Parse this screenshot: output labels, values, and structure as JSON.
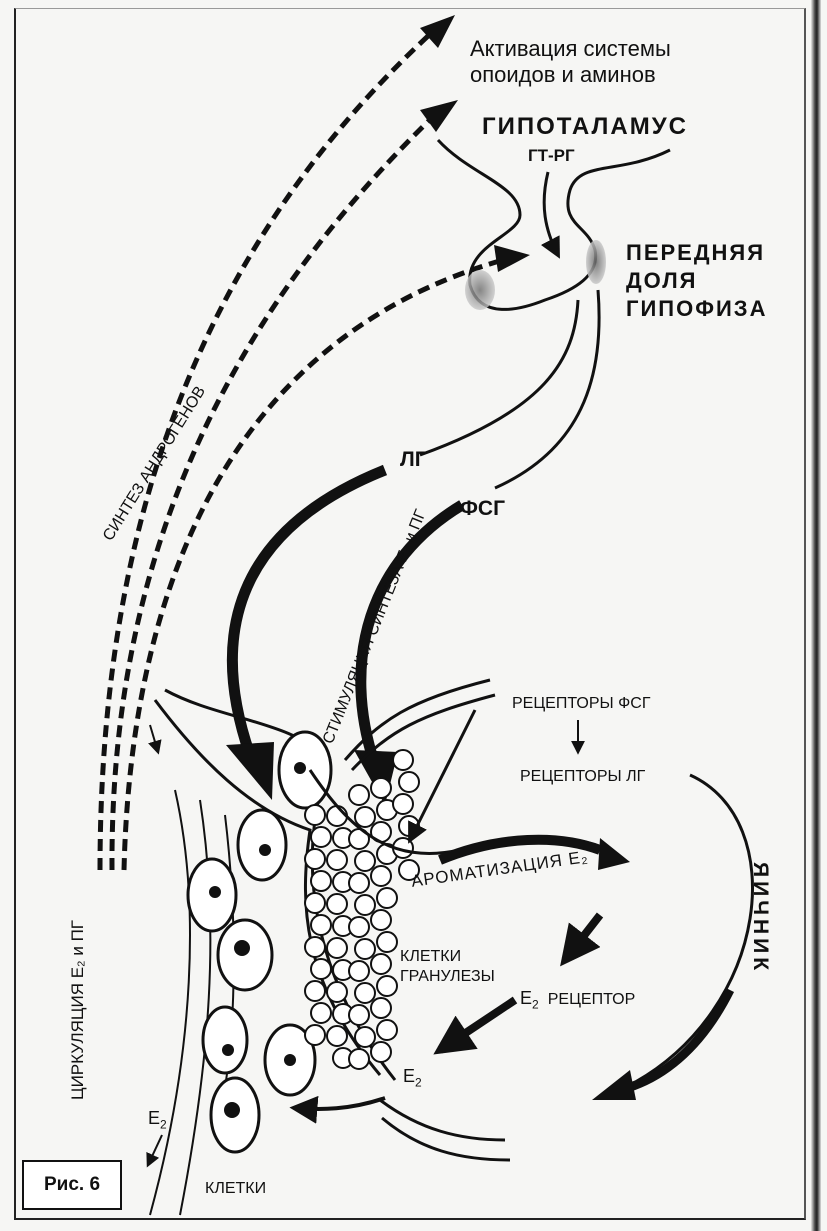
{
  "labels": {
    "activation_line1": "Активация системы",
    "activation_line2": "опоидов и аминов",
    "hypothalamus": "ГИПОТАЛАМУС",
    "gt_rg": "ГТ-РГ",
    "pituitary_line1": "ПЕРЕДНЯЯ",
    "pituitary_line2": "ДОЛЯ",
    "pituitary_line3": "ГИПОФИЗА",
    "lh": "ЛГ",
    "fsh": "ФСГ",
    "androgen_synthesis": "СИНТЕЗ АНДРОГЕНОВ",
    "stimulation": "СТИМУЛЯЦИЯ СИНТЕЗА E₂ и ПГ",
    "fsh_receptors": "РЕЦЕПТОРЫ ФСГ",
    "lh_receptors": "РЕЦЕПТОРЫ ЛГ",
    "aromatization": "АРОМАТИЗАЦИЯ E₂",
    "ovary": "ЯИЧНИК",
    "granulosa_line1": "КЛЕТКИ",
    "granulosa_line2": "ГРАНУЛЕЗЫ",
    "e2_receptor_e": "E",
    "e2_receptor_sub": "2",
    "e2_receptor_text": "РЕЦЕПТОР",
    "e2_e": "E",
    "e2_sub": "2",
    "circulation": "ЦИРКУЛЯЦИЯ E₂ и ПГ",
    "e2_out_e": "E",
    "e2_out_sub": "2",
    "cells": "КЛЕТКИ",
    "figure": "Рис. 6"
  },
  "colors": {
    "ink": "#111111",
    "paper": "#f6f6f4",
    "shade": "#8a8a8a"
  }
}
